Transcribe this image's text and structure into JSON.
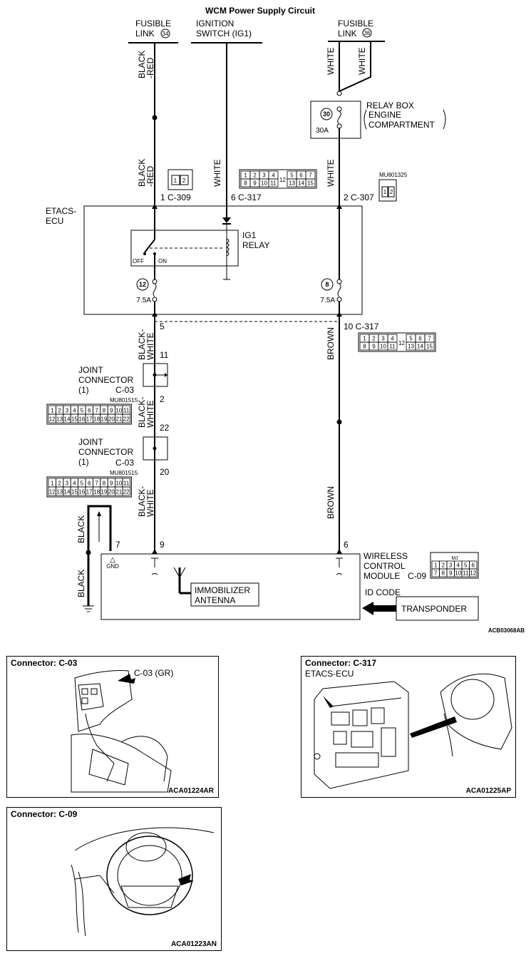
{
  "title": "WCM Power Supply Circuit",
  "sources": {
    "fusible_34": {
      "label1": "FUSIBLE",
      "label2": "LINK",
      "num": "34"
    },
    "ignition": {
      "label1": "IGNITION",
      "label2": "SWITCH (IG1)"
    },
    "fusible_36": {
      "label1": "FUSIBLE",
      "label2": "LINK",
      "num": "36"
    }
  },
  "wire_colors": {
    "black_red_1": "BLACK",
    "black_red_2": "-RED",
    "white": "WHITE",
    "black_white_1": "BLACK-",
    "black_white_2": "WHITE",
    "brown": "BROWN",
    "black": "BLACK"
  },
  "relay_box": {
    "label1": "RELAY BOX",
    "label2": "ENGINE",
    "label3": "COMPARTMENT",
    "fuse_num": "30",
    "fuse_rating": "30A"
  },
  "etacs": {
    "label1": "ETACS-",
    "label2": "ECU",
    "relay1": "IG1",
    "relay2": "RELAY",
    "off": "OFF",
    "on": "ON",
    "fuse_left_num": "12",
    "fuse_left_rating": "7.5A",
    "fuse_right_num": "8",
    "fuse_right_rating": "7.5A"
  },
  "pins": {
    "c309": "1 C-309",
    "c317_6": "6 C-317",
    "c307": "2 C-307",
    "p5": "5",
    "c317_10": "10 C-317",
    "p11": "11",
    "p2": "2",
    "p22": "22",
    "p20": "20",
    "p7": "7",
    "p9": "9",
    "p6": "6"
  },
  "connector_codes": {
    "mu1325": "MU801325",
    "mu1515": "MU801515",
    "mu1515b": "MU801515"
  },
  "c317_grid": {
    "row1": [
      "1",
      "2",
      "3",
      "4",
      "",
      "5",
      "6",
      "7"
    ],
    "row2": [
      "8",
      "9",
      "10",
      "11",
      "",
      "13",
      "14",
      "15"
    ],
    "center": "12"
  },
  "c307_grid": [
    "1",
    "2"
  ],
  "c309_grid": [
    "1",
    "2"
  ],
  "c03_grid": {
    "row1": [
      "1",
      "2",
      "3",
      "4",
      "5",
      "6",
      "7",
      "8",
      "9",
      "10",
      "11"
    ],
    "row2": [
      "12",
      "13",
      "14",
      "15",
      "16",
      "17",
      "18",
      "19",
      "20",
      "21",
      "22"
    ]
  },
  "c09_grid": {
    "row1": [
      "1",
      "2",
      "3",
      "4",
      "5",
      "6"
    ],
    "row2": [
      "7",
      "8",
      "9",
      "10",
      "11",
      "12"
    ],
    "head": "MJ"
  },
  "joint1": {
    "label1": "JOINT",
    "label2": "CONNECTOR",
    "label3": "(1)",
    "code": "C-03"
  },
  "joint2": {
    "label1": "JOINT",
    "label2": "CONNECTOR",
    "label3": "(1)",
    "code": "C-03"
  },
  "wcm": {
    "label1": "WIRELESS",
    "label2": "CONTROL",
    "label3": "MODULE",
    "code": "C-09",
    "gnd": "GND",
    "antenna1": "IMMOBILIZER",
    "antenna2": "ANTENNA"
  },
  "id_code": "ID CODE",
  "transponder": "TRANSPONDER",
  "diagram_code": "ACB03068AB",
  "panels": {
    "c03": {
      "title": "Connector: C-03",
      "callout": "C-03 (GR)",
      "code": "ACA01224AR"
    },
    "c317": {
      "title": "Connector: C-317",
      "sub": "ETACS-ECU",
      "code": "ACA01225AP"
    },
    "c09": {
      "title": "Connector: C-09",
      "code": "ACA01223AN"
    }
  }
}
